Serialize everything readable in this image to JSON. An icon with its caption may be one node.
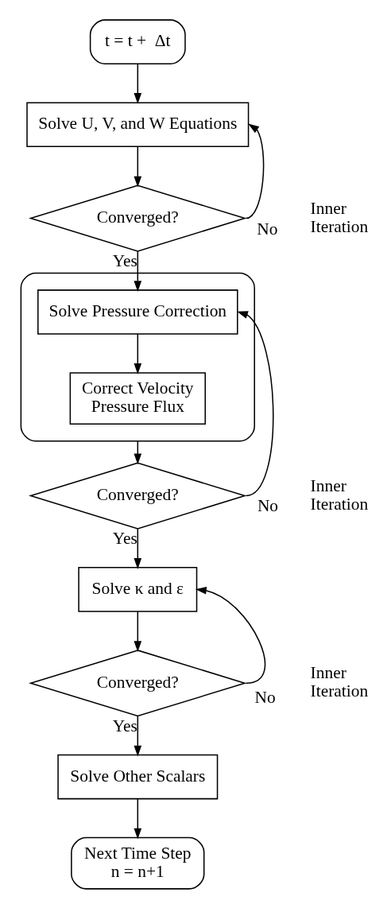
{
  "diagram": {
    "nodes": [
      {
        "text": [
          "t = t +  Δt"
        ]
      },
      {
        "text": [
          "Solve U, V, and W Equations"
        ]
      },
      {
        "text": [
          "Converged?"
        ]
      },
      {
        "text": [],
        "shape": "box"
      },
      {
        "text": [
          "Solve Pressure Correction"
        ],
        "in": 3
      },
      {
        "text": [
          "Correct Velocity Pressure Flux"
        ],
        "in": 3
      },
      {
        "text": [
          "Converged?"
        ]
      },
      {
        "text": [
          "Solve κ and ε"
        ]
      },
      {
        "text": [
          "Converged?"
        ]
      },
      {
        "text": [
          "Solve Other Scalars"
        ]
      },
      {
        "text": [
          "Next Time Step",
          "n = n+1"
        ]
      }
    ],
    "edges": [
      {
        "from": 0,
        "to": 1,
        "arrow": "to"
      },
      {
        "from": 1,
        "to": 2,
        "arrow": "to"
      },
      {
        "from": 2,
        "to": 1,
        "arrow": "to",
        "label": "No"
      },
      {
        "from": 2,
        "to": 4,
        "arrow": "to",
        "label": "Yes"
      },
      {
        "from": 4,
        "to": 5,
        "arrow": "to"
      },
      {
        "from": 3,
        "to": 6,
        "arrow": "to"
      },
      {
        "from": 6,
        "to": 4,
        "arrow": "to",
        "label": "No"
      },
      {
        "from": 6,
        "to": 7,
        "arrow": "to",
        "label": "Yes"
      },
      {
        "from": 7,
        "to": 8,
        "arrow": "to"
      },
      {
        "from": 8,
        "to": 7,
        "arrow": "to",
        "label": "No"
      },
      {
        "from": 8,
        "to": 9,
        "arrow": "to",
        "label": "Yes"
      },
      {
        "from": 9,
        "to": 10,
        "arrow": "to"
      }
    ],
    "labels": [
      "Inner Iteration",
      "Inner Iteration",
      "Inner Iteration"
    ]
  }
}
